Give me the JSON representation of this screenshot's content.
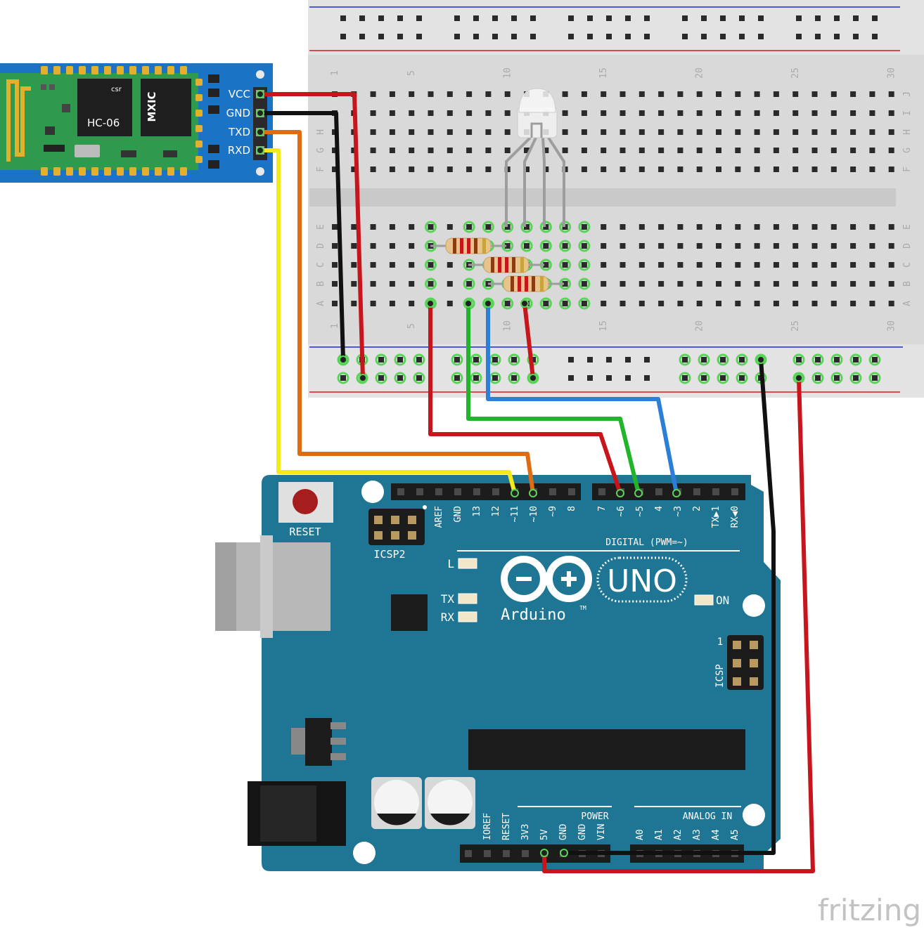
{
  "hc06": {
    "chip_label": "HC-06",
    "csr_label": "csr",
    "mxic_label": "MXIC",
    "pins": [
      "VCC",
      "GND",
      "TXD",
      "RXD"
    ]
  },
  "breadboard": {
    "top_row_letters": [
      "J",
      "I",
      "H",
      "G",
      "F"
    ],
    "bottom_row_letters": [
      "E",
      "D",
      "C",
      "B",
      "A"
    ],
    "column_numbers": [
      "1",
      "5",
      "10",
      "15",
      "20",
      "25",
      "30"
    ]
  },
  "arduino": {
    "reset_label": "RESET",
    "icsp2_label": "ICSP2",
    "icsp_label": "ICSP",
    "icsp_pin1": "1",
    "digital_header_label": "DIGITAL (PWM=~)",
    "digital_pins": [
      "AREF",
      "GND",
      "13",
      "12",
      "~11",
      "~10",
      "~9",
      "8",
      "7",
      "~6",
      "~5",
      "4",
      "~3",
      "2",
      "TX▶1",
      "RX◀0"
    ],
    "led_l": "L",
    "led_tx": "TX",
    "led_rx": "RX",
    "led_on": "ON",
    "brand": "Arduino",
    "tm": "TM",
    "model": "UNO",
    "power_header_label": "POWER",
    "analog_header_label": "ANALOG IN",
    "power_pins": [
      "IOREF",
      "RESET",
      "3V3",
      "5V",
      "GND",
      "GND",
      "VIN"
    ],
    "analog_pins": [
      "A0",
      "A1",
      "A2",
      "A3",
      "A4",
      "A5"
    ]
  },
  "watermark": "fritzing",
  "colors": {
    "board_blue": "#1f7694",
    "hc06_blue": "#1a73c4",
    "pcb_green": "#2f9a4e",
    "breadboard": "#d9d9d9",
    "wire_red": "#c8141b",
    "wire_black": "#111111",
    "wire_orange": "#e06c12",
    "wire_yellow": "#f2ea1c",
    "wire_green": "#22b42a",
    "wire_blue": "#2c7fd6"
  }
}
